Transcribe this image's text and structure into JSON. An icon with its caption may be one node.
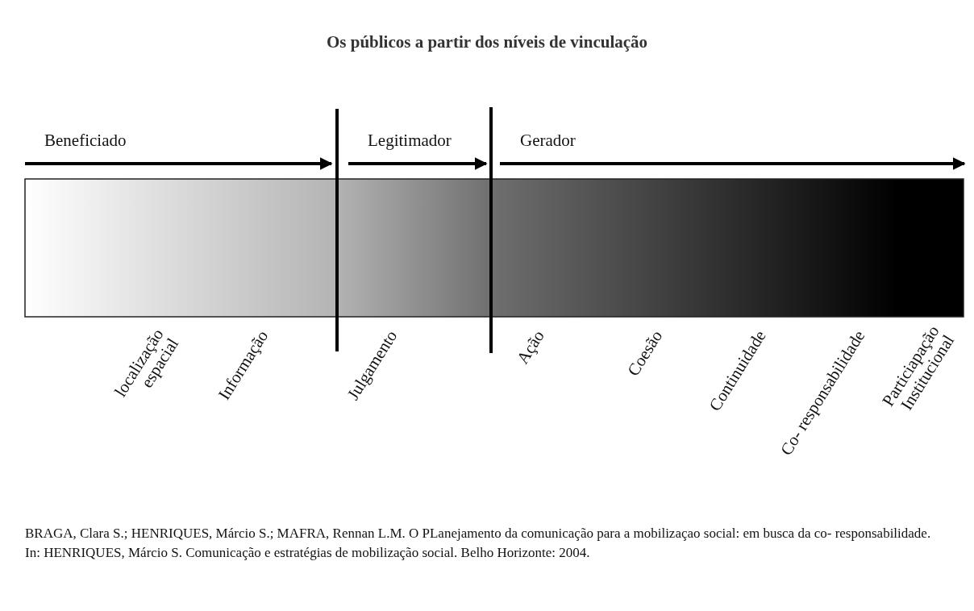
{
  "diagram": {
    "title": "Os públicos a partir dos níveis de vinculação",
    "nodes": [
      {
        "text": [],
        "shape": "bar"
      }
    ],
    "caption": "BRAGA, Clara S.; HENRIQUES, Márcio S.; MAFRA, Rennan L.M. O PLanejamento da comunicação para a mobilizaçao social: em busca da co- responsabilidade. In: HENRIQUES, Márcio S. Comunicação e estratégias de mobilização social. Belho Horizonte: 2004.",
    "labels": [
      "Beneficiado",
      "Legitimador",
      "Gerador",
      "localização espacial",
      "Informação",
      "Julgamento",
      "Ação",
      "Coesão",
      "Continuidade",
      "Co- responsabilidade",
      "Particiapação Institucional"
    ]
  }
}
